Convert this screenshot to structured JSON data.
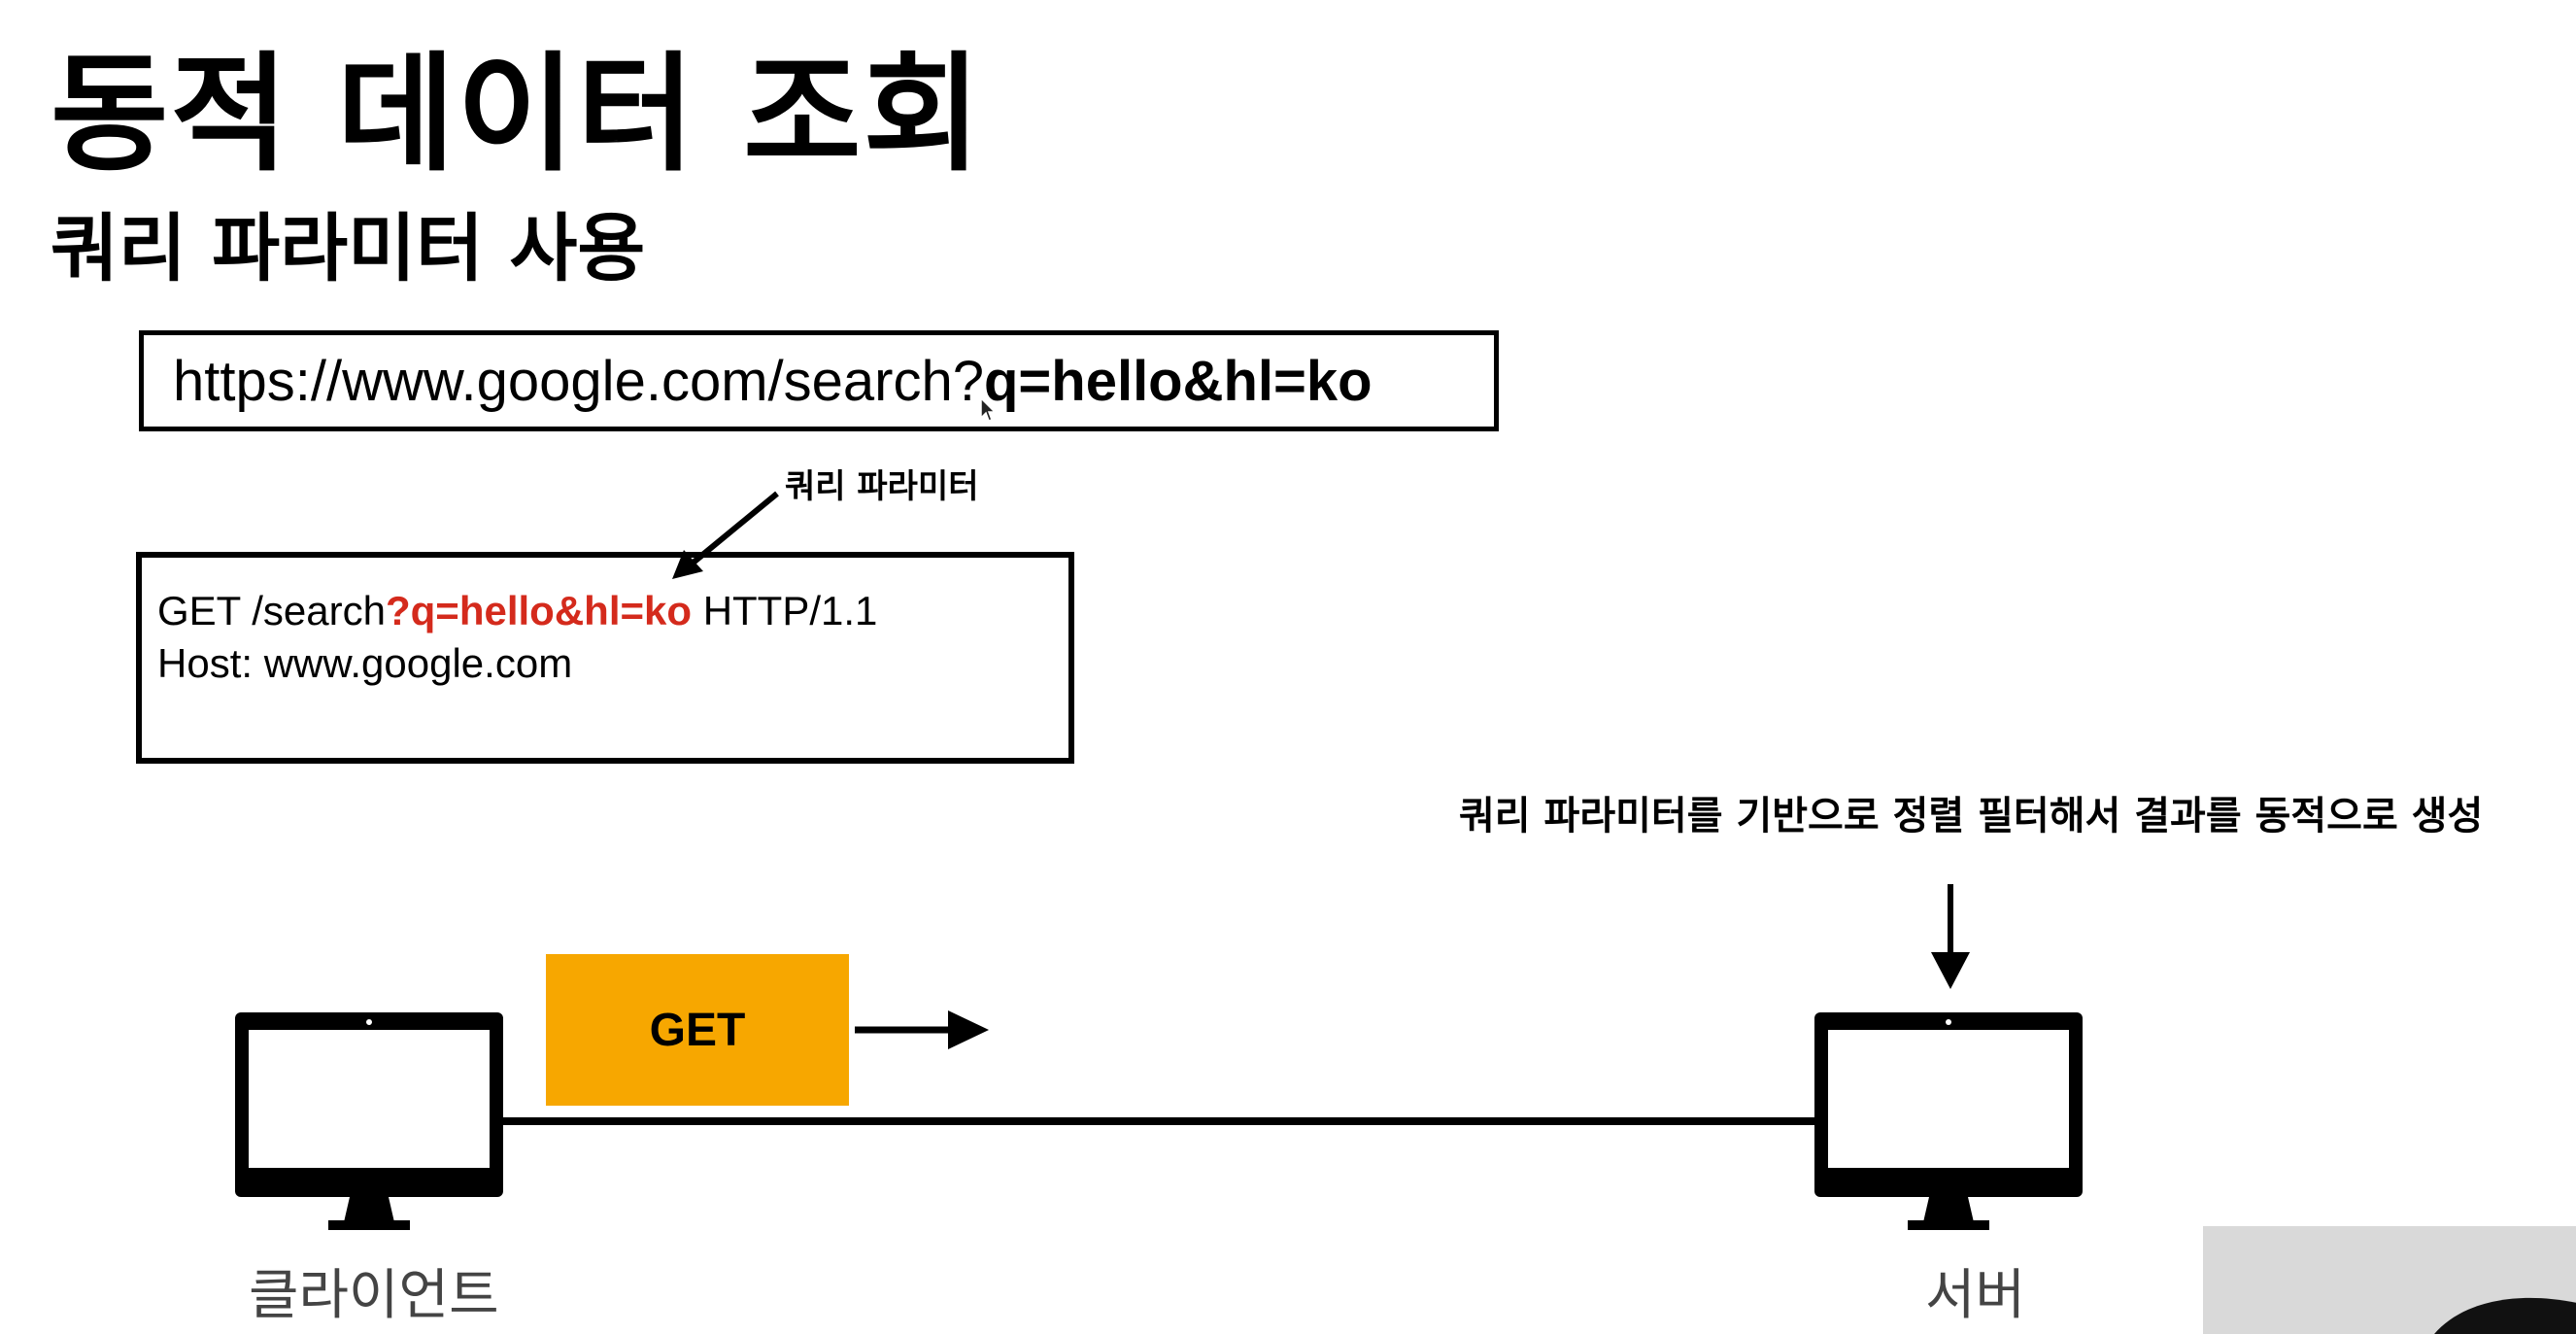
{
  "slide": {
    "title": "동적 데이터 조회",
    "subtitle": "쿼리 파라미터 사용"
  },
  "url_example": {
    "base": "https://www.google.com/search?",
    "query": "q=hello&hl=ko"
  },
  "annotation": {
    "query_param_label": "쿼리 파라미터"
  },
  "http_message": {
    "method_path": "GET /search",
    "query": "?q=hello&hl=ko",
    "version": " HTTP/1.1",
    "host_line": "Host: www.google.com"
  },
  "server_note": "쿼리 파라미터를 기반으로 정렬 필터해서 결과를 동적으로 생성",
  "request": {
    "method_label": "GET"
  },
  "nodes": {
    "client_label": "클라이언트",
    "server_label": "서버"
  },
  "colors": {
    "accent_red": "#d42a1c",
    "get_box": "#f7a700"
  },
  "icons": [
    "monitor-icon",
    "arrow-right-icon",
    "arrow-down-icon",
    "annotation-arrow-icon",
    "mouse-cursor-icon"
  ]
}
